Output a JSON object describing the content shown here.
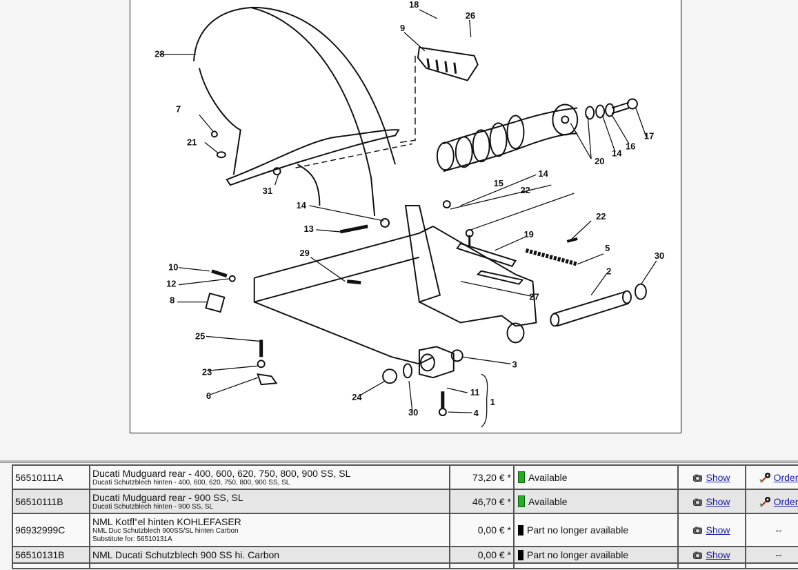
{
  "diagram": {
    "title": "Rear swingarm / mudguard exploded view",
    "callouts": [
      {
        "label": "18"
      },
      {
        "label": "26"
      },
      {
        "label": "9"
      },
      {
        "label": "28"
      },
      {
        "label": "7"
      },
      {
        "label": "21"
      },
      {
        "label": "31"
      },
      {
        "label": "17"
      },
      {
        "label": "16"
      },
      {
        "label": "14"
      },
      {
        "label": "20"
      },
      {
        "label": "14"
      },
      {
        "label": "15"
      },
      {
        "label": "22"
      },
      {
        "label": "14"
      },
      {
        "label": "13"
      },
      {
        "label": "22"
      },
      {
        "label": "19"
      },
      {
        "label": "5"
      },
      {
        "label": "29"
      },
      {
        "label": "10"
      },
      {
        "label": "12"
      },
      {
        "label": "8"
      },
      {
        "label": "30"
      },
      {
        "label": "2"
      },
      {
        "label": "27"
      },
      {
        "label": "25"
      },
      {
        "label": "23"
      },
      {
        "label": "6"
      },
      {
        "label": "3"
      },
      {
        "label": "24"
      },
      {
        "label": "11"
      },
      {
        "label": "1"
      },
      {
        "label": "30"
      },
      {
        "label": "4"
      }
    ]
  },
  "parts": [
    {
      "number": "56510111A",
      "title": "Ducati Mudguard rear - 400, 600, 620, 750, 800, 900 SS, SL",
      "subtitle": "Ducati Schutzblech hinten - 400, 600, 620, 750, 800, 900 SS, SL",
      "note": "",
      "price": "73,20 € *",
      "status": "Available",
      "status_color": "#22b022",
      "show_label": "Show",
      "order_label": "Order"
    },
    {
      "number": "56510111B",
      "title": "Ducati Mudguard rear - 900 SS, SL",
      "subtitle": "Ducati Schutzblech hinten - 900 SS, SL",
      "note": "",
      "price": "46,70 € *",
      "status": "Available",
      "status_color": "#22b022",
      "show_label": "Show",
      "order_label": "Order"
    },
    {
      "number": "96932999C",
      "title": "NML Kotfl“el hinten KOHLEFASER",
      "subtitle": "NML Duc Schutzblech 900SS/SL hinten Carbon",
      "note": "Substitute for: 56510131A",
      "price": "0,00 € *",
      "status": "Part no longer available",
      "status_color": "#000000",
      "show_label": "Show",
      "order_label": "--"
    },
    {
      "number": "56510131B",
      "title": "NML Ducati Schutzblech 900 SS hi. Carbon",
      "subtitle": "",
      "note": "",
      "price": "0,00 € *",
      "status": "Part no longer available",
      "status_color": "#000000",
      "show_label": "Show",
      "order_label": "--"
    }
  ]
}
